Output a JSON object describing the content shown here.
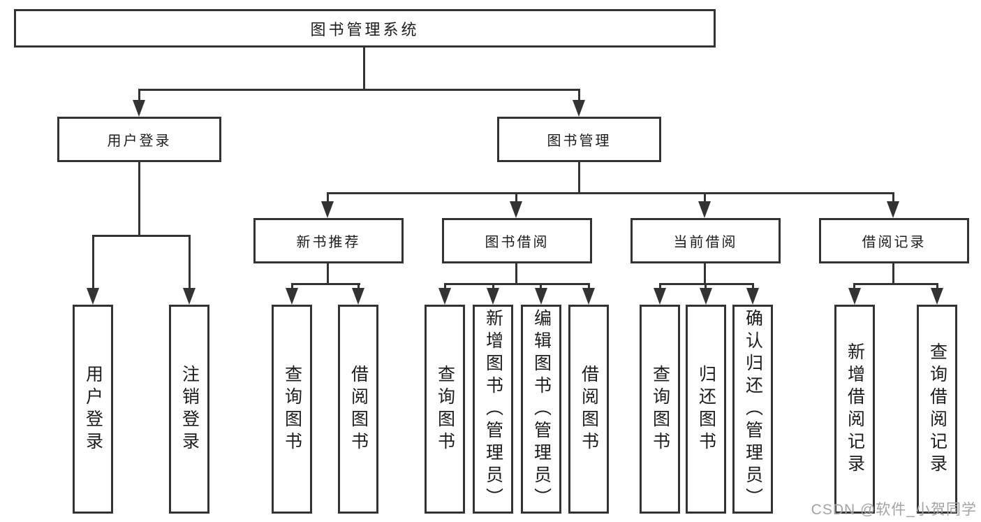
{
  "diagram": {
    "root": "图书管理系统",
    "l2": {
      "user_login": "用户登录",
      "book_mgmt": "图书管理"
    },
    "l3": {
      "new_book_rec": "新书推荐",
      "book_borrow": "图书借阅",
      "current_borrow": "当前借阅",
      "borrow_records": "借阅记录"
    },
    "leaves": {
      "user_login": "用户登录",
      "logout": "注销登录",
      "nb_query": "查询图书",
      "nb_borrow": "借阅图书",
      "bb_query": "查询图书",
      "bb_add_admin": "新增图书（管理员）",
      "bb_edit_admin": "编辑图书（管理员）",
      "bb_borrow": "借阅图书",
      "cb_query": "查询图书",
      "cb_return": "归还图书",
      "cb_confirm_admin": "确认归还（管理员）",
      "br_add": "新增借阅记录",
      "br_query": "查询借阅记录"
    },
    "watermark": "CSDN @软件_小贺同学",
    "colors": {
      "line": "#333333",
      "text": "#1c1c1c",
      "background": "#ffffff",
      "watermark": "#a3a3a3"
    }
  }
}
